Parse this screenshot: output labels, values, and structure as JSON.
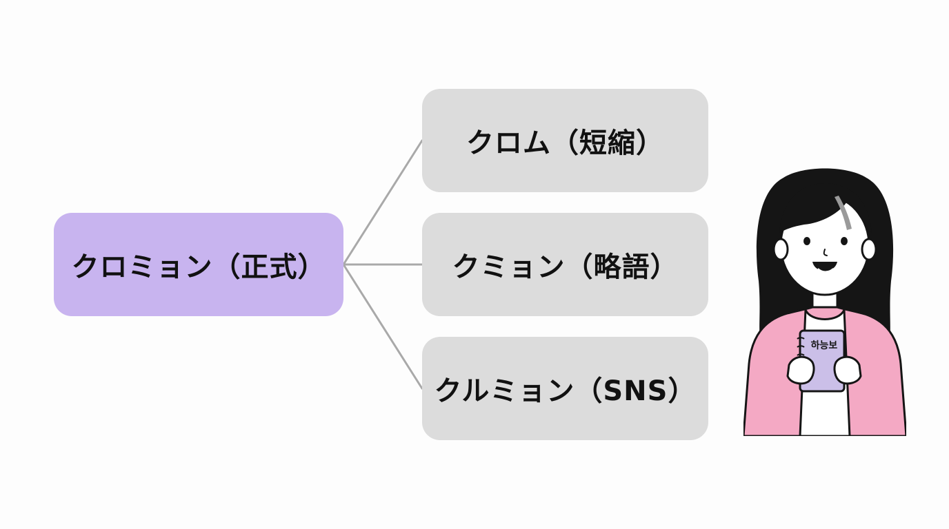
{
  "diagram": {
    "root": {
      "label": "クロミョン（正式）",
      "color": "#c8b4ef"
    },
    "children": [
      {
        "label": "クロム（短縮）",
        "color": "#dcdcdc"
      },
      {
        "label": "クミョン（略語）",
        "color": "#dcdcdc"
      },
      {
        "label": "クルミョン（SNS）",
        "color": "#dcdcdc"
      }
    ],
    "connector_color": "#a9a9a9"
  },
  "illustration": {
    "notebook_text": "하능보",
    "cardigan_color": "#f4a9c4",
    "notebook_color": "#cbbfe8",
    "hair_color": "#151515",
    "icon": "girl-holding-notebook-icon"
  }
}
